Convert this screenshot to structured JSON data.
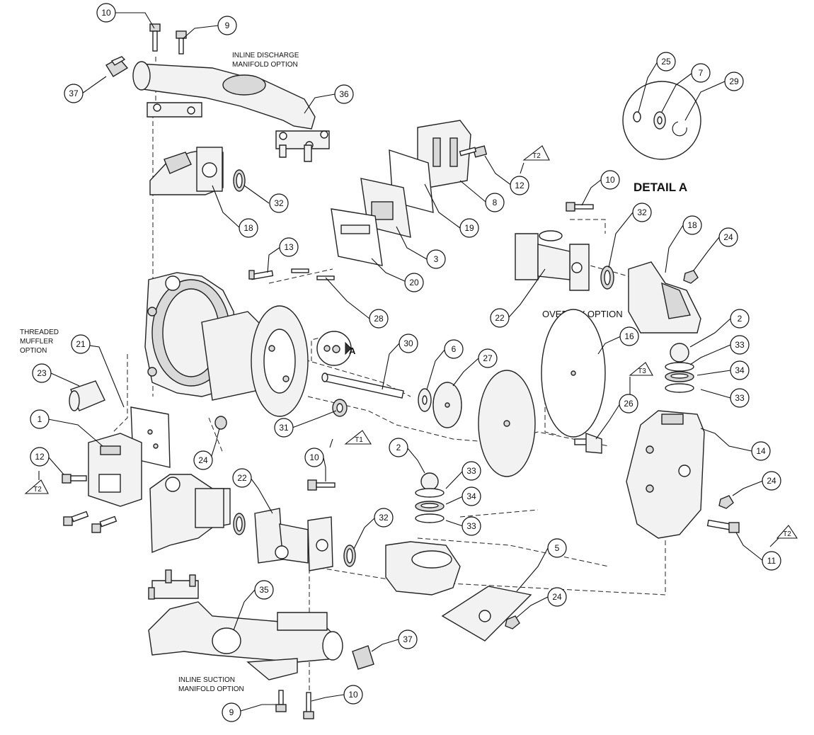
{
  "labels": {
    "inline_discharge_line1": "INLINE DISCHARGE",
    "inline_discharge_line2": "MANIFOLD OPTION",
    "threaded_muffler_line1": "THREADED",
    "threaded_muffler_line2": "MUFFLER",
    "threaded_muffler_line3": "OPTION",
    "overlay_option": "OVERLAY OPTION",
    "detail_a": "DETAIL A",
    "detail_a_marker": "A",
    "inline_suction_line1": "INLINE SUCTION",
    "inline_suction_line2": "MANIFOLD OPTION"
  },
  "balloons": [
    "10",
    "9",
    "37",
    "36",
    "32",
    "18",
    "12",
    "8",
    "19",
    "3",
    "20",
    "13",
    "28",
    "25",
    "7",
    "29",
    "10",
    "32",
    "18",
    "24",
    "22",
    "2",
    "33",
    "34",
    "33",
    "16",
    "30",
    "6",
    "27",
    "21",
    "23",
    "1",
    "12",
    "24",
    "31",
    "10",
    "2",
    "33",
    "34",
    "33",
    "26",
    "14",
    "24",
    "11",
    "22",
    "32",
    "35",
    "37",
    "5",
    "24",
    "9",
    "10"
  ],
  "tags": [
    "T2",
    "T1",
    "T3",
    "T2",
    "T2"
  ]
}
